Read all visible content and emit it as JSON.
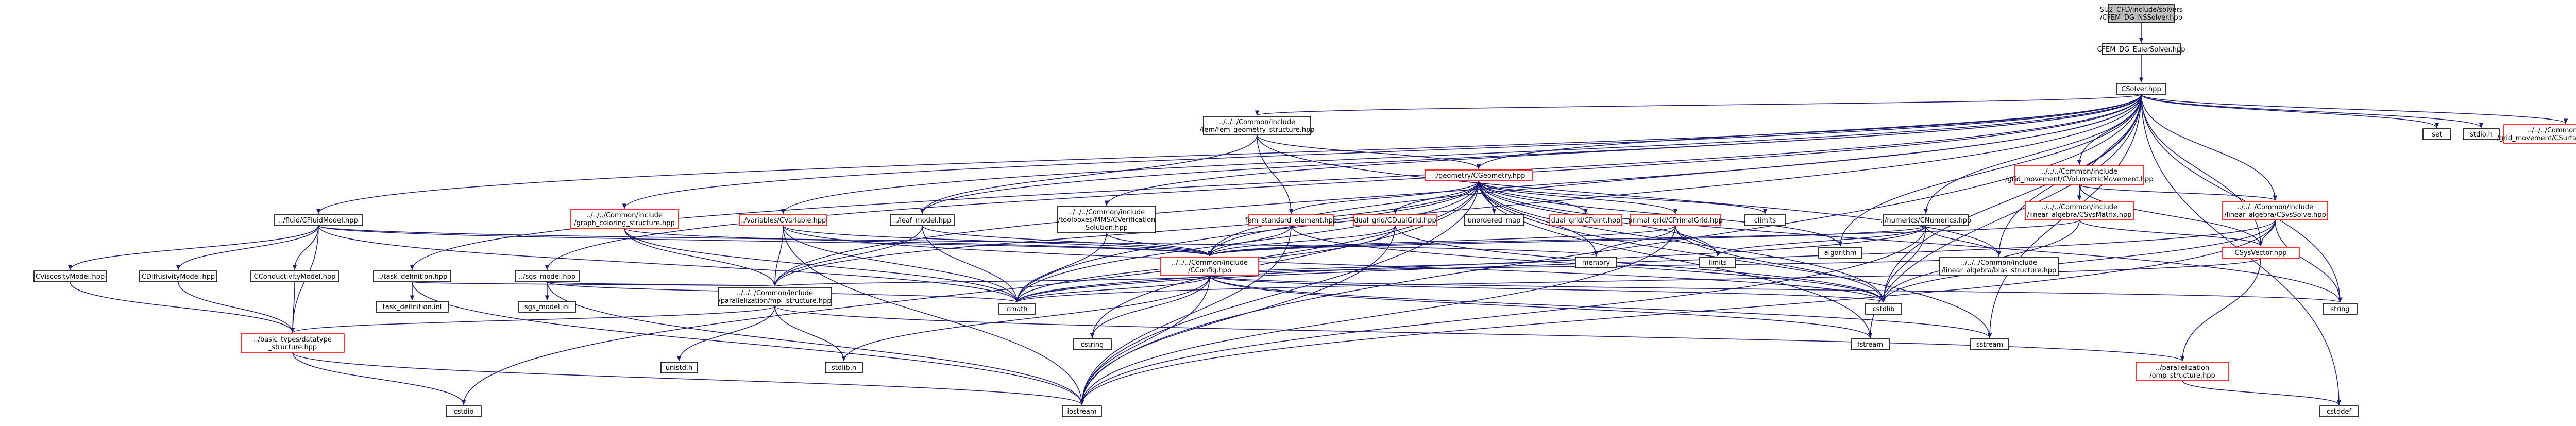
{
  "colors": {
    "edge": "#191970",
    "root_fill": "#bfbfbf",
    "link_border": "#000000",
    "incomplete_border": "#ff0000"
  },
  "nodes": [
    {
      "id": "root",
      "lines": [
        "SU2_CFD/include/solvers",
        "/CFEM_DG_NSSolver.hpp"
      ],
      "style": "root"
    },
    {
      "id": "euler",
      "lines": [
        "CFEM_DG_EulerSolver.hpp"
      ],
      "style": "link"
    },
    {
      "id": "csolver",
      "lines": [
        "CSolver.hpp"
      ],
      "style": "link"
    },
    {
      "id": "femgeo",
      "lines": [
        "../../../Common/include",
        "/fem/fem_geometry_structure.hpp"
      ],
      "style": "link"
    },
    {
      "id": "geometry",
      "lines": [
        "../geometry/CGeometry.hpp"
      ],
      "style": "incomplete"
    },
    {
      "id": "gridvol",
      "lines": [
        "../../../Common/include",
        "/grid_movement/CVolumetricMovement.hpp"
      ],
      "style": "incomplete"
    },
    {
      "id": "sysmatrix",
      "lines": [
        "../../../Common/include",
        "/linear_algebra/CSysMatrix.hpp"
      ],
      "style": "incomplete"
    },
    {
      "id": "syssolve",
      "lines": [
        "../../../Common/include",
        "/linear_algebra/CSysSolve.hpp"
      ],
      "style": "incomplete"
    },
    {
      "id": "set",
      "lines": [
        "set"
      ],
      "style": "link"
    },
    {
      "id": "stdlib",
      "lines": [
        "stdio.h"
      ],
      "style": "link"
    },
    {
      "id": "surfmov",
      "lines": [
        "../../../Common/include",
        "/grid_movement/CSurfaceMovement.hpp"
      ],
      "style": "incomplete"
    },
    {
      "id": "fluid",
      "lines": [
        "../fluid/CFluidModel.hpp"
      ],
      "style": "link"
    },
    {
      "id": "coloring",
      "lines": [
        "../../../Common/include",
        "/graph_coloring_structure.hpp"
      ],
      "style": "incomplete"
    },
    {
      "id": "variable",
      "lines": [
        "../variables/CVariable.hpp"
      ],
      "style": "incomplete"
    },
    {
      "id": "leastmodel",
      "lines": [
        "../leaf_model.hpp"
      ],
      "style": "link"
    },
    {
      "id": "mms",
      "lines": [
        "../../../Common/include",
        "/toolboxes/MMS/CVerification",
        "Solution.hpp"
      ],
      "style": "link"
    },
    {
      "id": "femstd",
      "lines": [
        "fem_standard_element.hpp"
      ],
      "style": "incomplete"
    },
    {
      "id": "dualgrid",
      "lines": [
        "dual_grid/CDualGrid.hpp"
      ],
      "style": "incomplete"
    },
    {
      "id": "unordered",
      "lines": [
        "unordered_map"
      ],
      "style": "link"
    },
    {
      "id": "cpoint",
      "lines": [
        "dual_grid/CPoint.hpp"
      ],
      "style": "incomplete"
    },
    {
      "id": "primal",
      "lines": [
        "primal_grid/CPrimalGrid.hpp"
      ],
      "style": "incomplete"
    },
    {
      "id": "climits",
      "lines": [
        "climits"
      ],
      "style": "link"
    },
    {
      "id": "numerics",
      "lines": [
        "../numerics/CNumerics.hpp"
      ],
      "style": "link"
    },
    {
      "id": "algorithm",
      "lines": [
        "algorithm"
      ],
      "style": "link"
    },
    {
      "id": "csysvector",
      "lines": [
        "CSysVector.hpp"
      ],
      "style": "incomplete"
    },
    {
      "id": "viscosity",
      "lines": [
        "CViscosityModel.hpp"
      ],
      "style": "link"
    },
    {
      "id": "diffusivity",
      "lines": [
        "CDiffusivityModel.hpp"
      ],
      "style": "link"
    },
    {
      "id": "conductivity",
      "lines": [
        "CConductivityModel.hpp"
      ],
      "style": "link"
    },
    {
      "id": "taskdef",
      "lines": [
        "../task_definition.hpp"
      ],
      "style": "link"
    },
    {
      "id": "taskinl",
      "lines": [
        "task_definition.inl"
      ],
      "style": "link"
    },
    {
      "id": "sgs",
      "lines": [
        "../sgs_model.hpp"
      ],
      "style": "link"
    },
    {
      "id": "sgsinl",
      "lines": [
        "sgs_model.inl"
      ],
      "style": "link"
    },
    {
      "id": "mpi",
      "lines": [
        "../../../Common/include",
        "/parallelization/mpi_structure.hpp"
      ],
      "style": "link"
    },
    {
      "id": "config",
      "lines": [
        "../../../Common/include",
        "/CConfig.hpp"
      ],
      "style": "incomplete"
    },
    {
      "id": "memory",
      "lines": [
        "memory"
      ],
      "style": "link"
    },
    {
      "id": "limits",
      "lines": [
        "limits"
      ],
      "style": "link"
    },
    {
      "id": "blas",
      "lines": [
        "../../../Common/include",
        "/linear_algebra/blas_structure.hpp"
      ],
      "style": "link"
    },
    {
      "id": "cmath",
      "lines": [
        "cmath"
      ],
      "style": "link"
    },
    {
      "id": "cstdlib",
      "lines": [
        "cstdlib"
      ],
      "style": "link"
    },
    {
      "id": "string",
      "lines": [
        "string"
      ],
      "style": "link"
    },
    {
      "id": "fstream",
      "lines": [
        "fstream"
      ],
      "style": "link"
    },
    {
      "id": "sstream",
      "lines": [
        "sstream"
      ],
      "style": "link"
    },
    {
      "id": "cstring",
      "lines": [
        "cstring"
      ],
      "style": "link"
    },
    {
      "id": "basictypes",
      "lines": [
        "../basic_types/datatype",
        "_structure.hpp"
      ],
      "style": "incomplete"
    },
    {
      "id": "unistd",
      "lines": [
        "unistd.h"
      ],
      "style": "link"
    },
    {
      "id": "stdlibh",
      "lines": [
        "stdlib.h"
      ],
      "style": "link"
    },
    {
      "id": "omp",
      "lines": [
        "../parallelization",
        "/omp_structure.hpp"
      ],
      "style": "incomplete"
    },
    {
      "id": "cstdio",
      "lines": [
        "cstdio"
      ],
      "style": "link"
    },
    {
      "id": "iostream",
      "lines": [
        "iostream"
      ],
      "style": "link"
    },
    {
      "id": "cstddef",
      "lines": [
        "cstddef"
      ],
      "style": "link"
    }
  ],
  "edges": [
    [
      "root",
      "euler"
    ],
    [
      "euler",
      "csolver"
    ],
    [
      "csolver",
      "femgeo"
    ],
    [
      "csolver",
      "geometry"
    ],
    [
      "csolver",
      "gridvol"
    ],
    [
      "csolver",
      "sysmatrix"
    ],
    [
      "csolver",
      "syssolve"
    ],
    [
      "csolver",
      "set"
    ],
    [
      "csolver",
      "stdlib"
    ],
    [
      "csolver",
      "surfmov"
    ],
    [
      "csolver",
      "fluid"
    ],
    [
      "csolver",
      "coloring"
    ],
    [
      "csolver",
      "variable"
    ],
    [
      "csolver",
      "leastmodel"
    ],
    [
      "csolver",
      "mms"
    ],
    [
      "csolver",
      "numerics"
    ],
    [
      "csolver",
      "algorithm"
    ],
    [
      "csolver",
      "csysvector"
    ],
    [
      "csolver",
      "taskdef"
    ],
    [
      "csolver",
      "sgs"
    ],
    [
      "csolver",
      "mpi"
    ],
    [
      "csolver",
      "config"
    ],
    [
      "csolver",
      "cmath"
    ],
    [
      "csolver",
      "cstdlib"
    ],
    [
      "csolver",
      "string"
    ],
    [
      "csolver",
      "fstream"
    ],
    [
      "csolver",
      "sstream"
    ],
    [
      "csolver",
      "iostream"
    ],
    [
      "csolver",
      "cstddef"
    ],
    [
      "csolver",
      "blas"
    ],
    [
      "femgeo",
      "geometry"
    ],
    [
      "femgeo",
      "femstd"
    ],
    [
      "femgeo",
      "leastmodel"
    ],
    [
      "femgeo",
      "blas"
    ],
    [
      "geometry",
      "femstd"
    ],
    [
      "geometry",
      "dualgrid"
    ],
    [
      "geometry",
      "unordered"
    ],
    [
      "geometry",
      "cpoint"
    ],
    [
      "geometry",
      "primal"
    ],
    [
      "geometry",
      "climits"
    ],
    [
      "geometry",
      "config"
    ],
    [
      "geometry",
      "memory"
    ],
    [
      "geometry",
      "limits"
    ],
    [
      "geometry",
      "cstdlib"
    ],
    [
      "geometry",
      "string"
    ],
    [
      "geometry",
      "fstream"
    ],
    [
      "geometry",
      "sstream"
    ],
    [
      "geometry",
      "cstring"
    ],
    [
      "geometry",
      "cmath"
    ],
    [
      "geometry",
      "algorithm"
    ],
    [
      "geometry",
      "mpi"
    ],
    [
      "geometry",
      "cstdio"
    ],
    [
      "geometry",
      "iostream"
    ],
    [
      "gridvol",
      "sysmatrix"
    ],
    [
      "gridvol",
      "syssolve"
    ],
    [
      "gridvol",
      "csysvector"
    ],
    [
      "sysmatrix",
      "csysvector"
    ],
    [
      "sysmatrix",
      "config"
    ],
    [
      "sysmatrix",
      "cstdlib"
    ],
    [
      "syssolve",
      "csysvector"
    ],
    [
      "syssolve",
      "cmath"
    ],
    [
      "syssolve",
      "iostream"
    ],
    [
      "syssolve",
      "string"
    ],
    [
      "syssolve",
      "cstdlib"
    ],
    [
      "csysvector",
      "omp"
    ],
    [
      "csysvector",
      "cmath"
    ],
    [
      "fluid",
      "viscosity"
    ],
    [
      "fluid",
      "diffusivity"
    ],
    [
      "fluid",
      "conductivity"
    ],
    [
      "fluid",
      "basictypes"
    ],
    [
      "fluid",
      "config"
    ],
    [
      "fluid",
      "cmath"
    ],
    [
      "fluid",
      "memory"
    ],
    [
      "viscosity",
      "basictypes"
    ],
    [
      "diffusivity",
      "basictypes"
    ],
    [
      "conductivity",
      "basictypes"
    ],
    [
      "coloring",
      "mpi"
    ],
    [
      "coloring",
      "config"
    ],
    [
      "coloring",
      "cmath"
    ],
    [
      "variable",
      "mpi"
    ],
    [
      "variable",
      "config"
    ],
    [
      "variable",
      "cmath"
    ],
    [
      "variable",
      "iostream"
    ],
    [
      "variable",
      "cstdlib"
    ],
    [
      "leastmodel",
      "mpi"
    ],
    [
      "leastmodel",
      "config"
    ],
    [
      "leastmodel",
      "cmath"
    ],
    [
      "mms",
      "config"
    ],
    [
      "mms",
      "cmath"
    ],
    [
      "femstd",
      "config"
    ],
    [
      "femstd",
      "iostream"
    ],
    [
      "femstd",
      "cstdlib"
    ],
    [
      "dualgrid",
      "config"
    ],
    [
      "dualgrid",
      "iostream"
    ],
    [
      "dualgrid",
      "cstdlib"
    ],
    [
      "dualgrid",
      "cmath"
    ],
    [
      "primal",
      "config"
    ],
    [
      "primal",
      "memory"
    ],
    [
      "primal",
      "cstdlib"
    ],
    [
      "primal",
      "limits"
    ],
    [
      "primal",
      "iostream"
    ],
    [
      "numerics",
      "config"
    ],
    [
      "numerics",
      "blas"
    ],
    [
      "numerics",
      "cstdlib"
    ],
    [
      "numerics",
      "cmath"
    ],
    [
      "numerics",
      "iostream"
    ],
    [
      "numerics",
      "limits"
    ],
    [
      "taskdef",
      "taskinl"
    ],
    [
      "taskdef",
      "mpi"
    ],
    [
      "taskdef",
      "iostream"
    ],
    [
      "sgs",
      "sgsinl"
    ],
    [
      "sgs",
      "mpi"
    ],
    [
      "sgs",
      "iostream"
    ],
    [
      "sgs",
      "cmath"
    ],
    [
      "config",
      "mpi"
    ],
    [
      "config",
      "iostream"
    ],
    [
      "config",
      "cstdlib"
    ],
    [
      "config",
      "string"
    ],
    [
      "config",
      "fstream"
    ],
    [
      "config",
      "sstream"
    ],
    [
      "config",
      "cstring"
    ],
    [
      "config",
      "cmath"
    ],
    [
      "config",
      "blas"
    ],
    [
      "config",
      "stdlibh"
    ],
    [
      "config",
      "memory"
    ],
    [
      "mpi",
      "basictypes"
    ],
    [
      "mpi",
      "unistd"
    ],
    [
      "mpi",
      "stdlibh"
    ],
    [
      "mpi",
      "omp"
    ],
    [
      "basictypes",
      "iostream"
    ],
    [
      "basictypes",
      "cstdio"
    ],
    [
      "omp",
      "cstddef"
    ]
  ]
}
